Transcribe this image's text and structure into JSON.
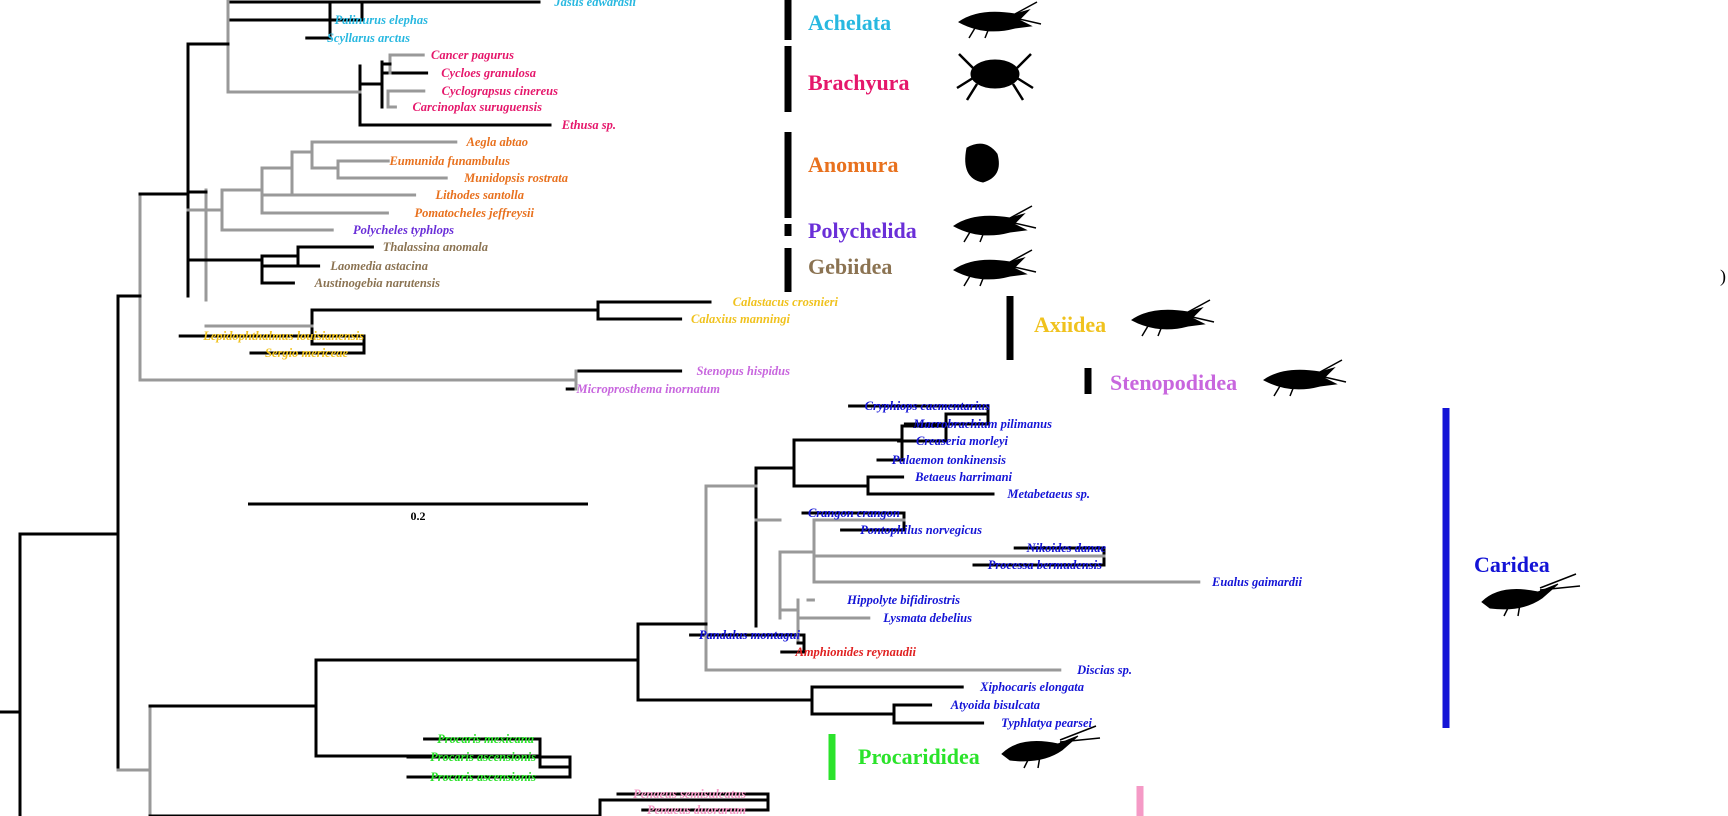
{
  "colors": {
    "strong_branch": "#000000",
    "weak_branch": "#999999",
    "Achelata": "#28b8e0",
    "Brachyura": "#e5176b",
    "Anomura": "#e8711e",
    "Polychelida": "#6a2fd8",
    "Gebiidea": "#8b7352",
    "Axiidea": "#f0c21e",
    "Stenopodidea": "#c866de",
    "Caridea": "#1414d6",
    "Procarididea": "#2be32b",
    "Penaeoidea": "#f59ac6",
    "Amphionides": "#e02020"
  },
  "taxa": [
    {
      "name": "Jasus edwardsii",
      "color": "#28b8e0"
    },
    {
      "name": "Palinurus elephas",
      "color": "#28b8e0"
    },
    {
      "name": "Scyllarus arctus",
      "color": "#28b8e0"
    },
    {
      "name": "Cancer pagurus",
      "color": "#e5176b"
    },
    {
      "name": "Cycloes granulosa",
      "color": "#e5176b"
    },
    {
      "name": "Cyclograpsus cinereus",
      "color": "#e5176b"
    },
    {
      "name": "Carcinoplax suruguensis",
      "color": "#e5176b"
    },
    {
      "name": "Ethusa sp.",
      "color": "#e5176b"
    },
    {
      "name": "Aegla abtao",
      "color": "#e8711e"
    },
    {
      "name": "Eumunida funambulus",
      "color": "#e8711e"
    },
    {
      "name": "Munidopsis rostrata",
      "color": "#e8711e"
    },
    {
      "name": "Lithodes santolla",
      "color": "#e8711e"
    },
    {
      "name": "Pomatocheles jeffreysii",
      "color": "#e8711e"
    },
    {
      "name": "Polycheles typhlops",
      "color": "#6a2fd8"
    },
    {
      "name": "Thalassina anomala",
      "color": "#8b7352"
    },
    {
      "name": "Laomedia astacina",
      "color": "#8b7352"
    },
    {
      "name": "Austinogebia narutensis",
      "color": "#8b7352"
    },
    {
      "name": "Calastacus crosnieri",
      "color": "#f0c21e"
    },
    {
      "name": "Calaxius manningi",
      "color": "#f0c21e"
    },
    {
      "name": "Lepidophthalmus louisianensis",
      "color": "#f0c21e"
    },
    {
      "name": "Sergio mericeae",
      "color": "#f0c21e"
    },
    {
      "name": "Stenopus hispidus",
      "color": "#c866de"
    },
    {
      "name": "Microprosthema inornatum",
      "color": "#c866de"
    },
    {
      "name": "Cryphiops caementarius",
      "color": "#1414d6"
    },
    {
      "name": "Macrobrachium pilimanus",
      "color": "#1414d6"
    },
    {
      "name": "Creaseria morleyi",
      "color": "#1414d6"
    },
    {
      "name": "Palaemon tonkinensis",
      "color": "#1414d6"
    },
    {
      "name": "Betaeus harrimani",
      "color": "#1414d6"
    },
    {
      "name": "Metabetaeus sp.",
      "color": "#1414d6"
    },
    {
      "name": "Crangon crangon",
      "color": "#1414d6"
    },
    {
      "name": "Pontophilus norvegicus",
      "color": "#1414d6"
    },
    {
      "name": "Nikoides danae",
      "color": "#1414d6"
    },
    {
      "name": "Processa bermudensis",
      "color": "#1414d6"
    },
    {
      "name": "Eualus gaimardii",
      "color": "#1414d6"
    },
    {
      "name": "Hippolyte bifidirostris",
      "color": "#1414d6"
    },
    {
      "name": "Lysmata debelius",
      "color": "#1414d6"
    },
    {
      "name": "Pandalus montagui",
      "color": "#1414d6"
    },
    {
      "name": "Amphionides reynaudii",
      "color": "#e02020"
    },
    {
      "name": "Discias sp.",
      "color": "#1414d6"
    },
    {
      "name": "Xiphocaris elongata",
      "color": "#1414d6"
    },
    {
      "name": "Atyoida bisulcata",
      "color": "#1414d6"
    },
    {
      "name": "Typhlatya pearsei",
      "color": "#1414d6"
    },
    {
      "name": "Procaris mexicana",
      "color": "#2be32b"
    },
    {
      "name": "Procaris ascensionis",
      "color": "#2be32b"
    },
    {
      "name": "Procaris ascensionis",
      "color": "#2be32b"
    },
    {
      "name": "Penaeus semisulcatus",
      "color": "#f59ac6"
    },
    {
      "name": "Penaeus duorarum",
      "color": "#f59ac6"
    }
  ],
  "clades": [
    {
      "name": "Achelata",
      "color": "#28b8e0"
    },
    {
      "name": "Brachyura",
      "color": "#e5176b"
    },
    {
      "name": "Anomura",
      "color": "#e8711e"
    },
    {
      "name": "Polychelida",
      "color": "#6a2fd8"
    },
    {
      "name": "Gebiidea",
      "color": "#8b7352"
    },
    {
      "name": "Axiidea",
      "color": "#f0c21e"
    },
    {
      "name": "Stenopodidea",
      "color": "#c866de"
    },
    {
      "name": "Caridea",
      "color": "#1414d6"
    },
    {
      "name": "Procarididea",
      "color": "#2be32b"
    }
  ],
  "scale_bar": {
    "label": "0.2"
  },
  "edge_glyph": ")"
}
